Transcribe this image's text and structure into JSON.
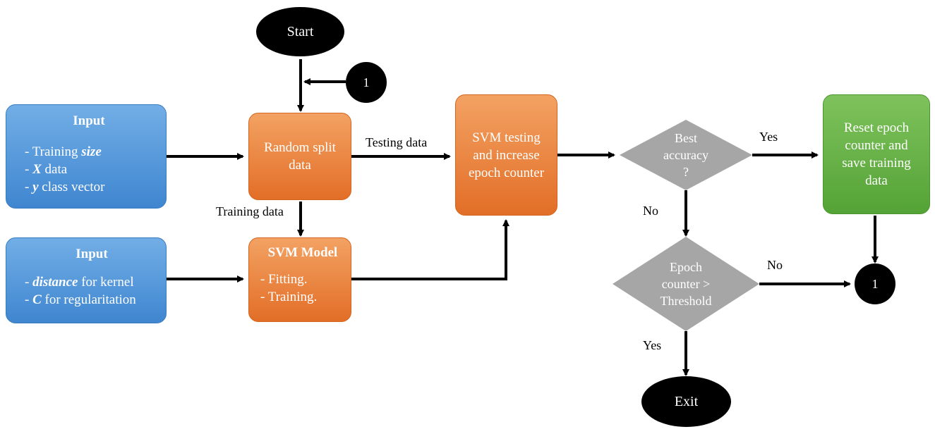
{
  "start": "Start",
  "exit": "Exit",
  "connector_top": "1",
  "connector_right": "1",
  "input1": {
    "title": "Input",
    "l1a": "- Training ",
    "l1b": "size",
    "l2a": "- ",
    "l2b": "X",
    "l2c": " data",
    "l3a": "- ",
    "l3b": "y",
    "l3c": " class vector"
  },
  "input2": {
    "title": "Input",
    "l1a": "- ",
    "l1b": "distance",
    "l1c": " for kernel",
    "l2a": "- ",
    "l2b": "C",
    "l2c": " for regularitation"
  },
  "random_split": "Random split data",
  "svm_model": {
    "title": "SVM Model",
    "l1": "- Fitting.",
    "l2": "- Training."
  },
  "svm_testing": "SVM testing and increase epoch counter",
  "best_accuracy": {
    "l1": "Best",
    "l2": "accuracy",
    "l3": "?"
  },
  "epoch_check": {
    "l1": "Epoch",
    "l2": "counter >",
    "l3": "Threshold"
  },
  "reset_epoch": "Reset epoch counter and save training data",
  "labels": {
    "testing_data": "Testing data",
    "training_data": "Training data",
    "yes_top": "Yes",
    "no_left": "No",
    "no_right": "No",
    "yes_bottom": "Yes"
  }
}
